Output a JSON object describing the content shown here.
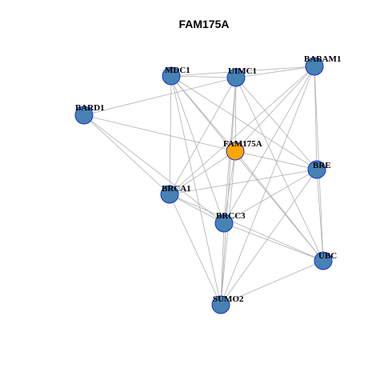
{
  "title": "FAM175A",
  "colors": {
    "node_fill": "#4682b4",
    "node_stroke": "#1a2fd0",
    "highlight_fill": "#ffa500",
    "edge": "#b0b0b0"
  },
  "nodes": [
    {
      "id": "MDC1",
      "label": "MDC1",
      "highlight": false
    },
    {
      "id": "UIMC1",
      "label": "UIMC1",
      "highlight": false
    },
    {
      "id": "BABAM1",
      "label": "BABAM1",
      "highlight": false
    },
    {
      "id": "BARD1",
      "label": "BARD1",
      "highlight": false
    },
    {
      "id": "FAM175A",
      "label": "FAM175A",
      "highlight": true
    },
    {
      "id": "BRE",
      "label": "BRE",
      "highlight": false
    },
    {
      "id": "BRCA1",
      "label": "BRCA1",
      "highlight": false
    },
    {
      "id": "BRCC3",
      "label": "BRCC3",
      "highlight": false
    },
    {
      "id": "UBC",
      "label": "UBC",
      "highlight": false
    },
    {
      "id": "SUMO2",
      "label": "SUMO2",
      "highlight": false
    }
  ],
  "edges": [
    [
      "MDC1",
      "UIMC1"
    ],
    [
      "MDC1",
      "BABAM1"
    ],
    [
      "MDC1",
      "FAM175A"
    ],
    [
      "MDC1",
      "BRE"
    ],
    [
      "MDC1",
      "BRCA1"
    ],
    [
      "MDC1",
      "BRCC3"
    ],
    [
      "MDC1",
      "UBC"
    ],
    [
      "MDC1",
      "SUMO2"
    ],
    [
      "UIMC1",
      "BABAM1"
    ],
    [
      "UIMC1",
      "FAM175A"
    ],
    [
      "UIMC1",
      "BRCA1"
    ],
    [
      "UIMC1",
      "BRCC3"
    ],
    [
      "UIMC1",
      "UBC"
    ],
    [
      "UIMC1",
      "SUMO2"
    ],
    [
      "UIMC1",
      "BARD1"
    ],
    [
      "UIMC1",
      "BRE"
    ],
    [
      "BABAM1",
      "FAM175A"
    ],
    [
      "BABAM1",
      "BRE"
    ],
    [
      "BABAM1",
      "BRCA1"
    ],
    [
      "BABAM1",
      "BRCC3"
    ],
    [
      "BABAM1",
      "UBC"
    ],
    [
      "BABAM1",
      "SUMO2"
    ],
    [
      "BARD1",
      "FAM175A"
    ],
    [
      "BARD1",
      "BRCA1"
    ],
    [
      "BARD1",
      "BRCC3"
    ],
    [
      "FAM175A",
      "BRE"
    ],
    [
      "FAM175A",
      "BRCA1"
    ],
    [
      "FAM175A",
      "BRCC3"
    ],
    [
      "FAM175A",
      "UBC"
    ],
    [
      "FAM175A",
      "SUMO2"
    ],
    [
      "BRE",
      "BRCA1"
    ],
    [
      "BRE",
      "BRCC3"
    ],
    [
      "BRE",
      "UBC"
    ],
    [
      "BRE",
      "SUMO2"
    ],
    [
      "BRCA1",
      "BRCC3"
    ],
    [
      "BRCA1",
      "UBC"
    ],
    [
      "BRCA1",
      "SUMO2"
    ],
    [
      "BRCC3",
      "UBC"
    ],
    [
      "BRCC3",
      "SUMO2"
    ],
    [
      "UBC",
      "SUMO2"
    ]
  ]
}
